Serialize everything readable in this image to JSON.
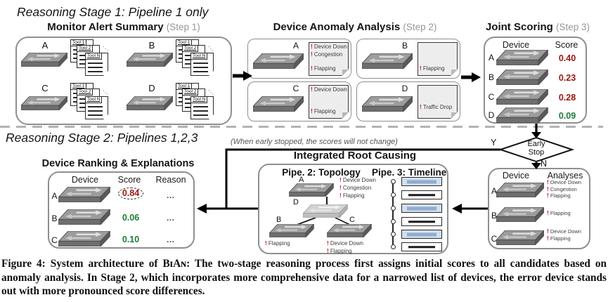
{
  "colors": {
    "score_high": "#9e150b",
    "score_low": "#1d7d35",
    "alert": "#ce1126",
    "step_label": "#979797",
    "box_border": "#8f8f8f",
    "timeline_bar_fill": "#cfe0ef",
    "timeline_bar_inner": "#93accb"
  },
  "stage1": {
    "title": "Reasoning Stage 1: Pipeline 1 only",
    "monitor": {
      "title": "Monitor Alert Summary",
      "step": "(Step 1)",
      "dots": "⋱",
      "devices": [
        {
          "label": "A",
          "tools": [
            "Tool 1",
            "Tool 2",
            "Tool N"
          ]
        },
        {
          "label": "B",
          "tools": [
            "Tool 1",
            "Tool 2",
            "Tool N"
          ]
        },
        {
          "label": "C",
          "tools": [
            "Tool 1",
            "Tool 2",
            "Tool N"
          ]
        },
        {
          "label": "D",
          "tools": [
            "Tool 1",
            "Tool 2",
            "Tool N"
          ]
        }
      ]
    },
    "anomaly": {
      "title": "Device Anomaly Analysis",
      "step": "(Step 2)",
      "devices": [
        {
          "label": "A",
          "top": [
            "Device Down",
            "Congestion"
          ],
          "bottom": [
            "Flapping"
          ]
        },
        {
          "label": "B",
          "top": [],
          "bottom": [
            "Flapping"
          ]
        },
        {
          "label": "C",
          "top": [
            "Device Down"
          ],
          "bottom": [
            "Flapping"
          ]
        },
        {
          "label": "D",
          "top": [],
          "bottom": [
            "Traffic Drop"
          ]
        }
      ]
    },
    "scoring": {
      "title": "Joint Scoring",
      "step": "(Step 3)",
      "col_device": "Device",
      "col_score": "Score",
      "rows": [
        {
          "device": "A",
          "score": "0.40",
          "color": "#9e150b"
        },
        {
          "device": "B",
          "score": "0.23",
          "color": "#9e150b"
        },
        {
          "device": "C",
          "score": "0.28",
          "color": "#9e150b"
        },
        {
          "device": "D",
          "score": "0.09",
          "color": "#1d7d35"
        }
      ]
    }
  },
  "stage2": {
    "title": "Reasoning Stage 2: Pipelines 1,2,3",
    "early_note": "(When early stopped, the scores will not change)",
    "ranking": {
      "title": "Device Ranking & Explanations",
      "col_device": "Device",
      "col_score": "Score",
      "col_reason": "Reason",
      "rows": [
        {
          "device": "A",
          "score": "0.84",
          "color": "#9e150b",
          "circled": true,
          "reason": "…"
        },
        {
          "device": "B",
          "score": "0.06",
          "color": "#1d7d35",
          "circled": false,
          "reason": "…"
        },
        {
          "device": "C",
          "score": "0.10",
          "color": "#1d7d35",
          "circled": false,
          "reason": "…"
        }
      ]
    },
    "root": {
      "title": "Integrated Root Causing",
      "pipe2": "Pipe. 2: Topology",
      "pipe3": "Pipe. 3: Timeline",
      "topology": {
        "a": {
          "label": "A",
          "anomalies": [
            "Device Down",
            "Congestion",
            "Flapping"
          ]
        },
        "d": {
          "label": "D",
          "anomalies": []
        },
        "b": {
          "label": "B",
          "anomalies": [
            "Flapping"
          ]
        },
        "c": {
          "label": "C",
          "anomalies": [
            "Device Down",
            "Flapping"
          ]
        }
      },
      "timeline_bars": [
        "filled",
        "empty",
        "filled",
        "empty",
        "filled",
        "empty"
      ]
    },
    "early_stop": {
      "line1": "Early",
      "line2": "Stop",
      "yes": "Y",
      "no": "N"
    },
    "analyses": {
      "col_device": "Device",
      "col_analyses": "Analyses",
      "rows": [
        {
          "device": "A",
          "items": [
            "Device Down",
            "Congestion",
            "Flapping"
          ]
        },
        {
          "device": "B",
          "items": [
            "Flapping"
          ]
        },
        {
          "device": "C",
          "items": [
            "Device Down",
            "Flapping"
          ]
        }
      ]
    }
  },
  "caption": {
    "text": "Figure 4: System architecture of BɪAɴ: The two-stage reasoning process first assigns initial scores to all candidates based on anomaly analysis. In Stage 2, which incorporates more comprehensive data for a narrowed list of devices, the error device stands out with more pronounced score differences."
  }
}
